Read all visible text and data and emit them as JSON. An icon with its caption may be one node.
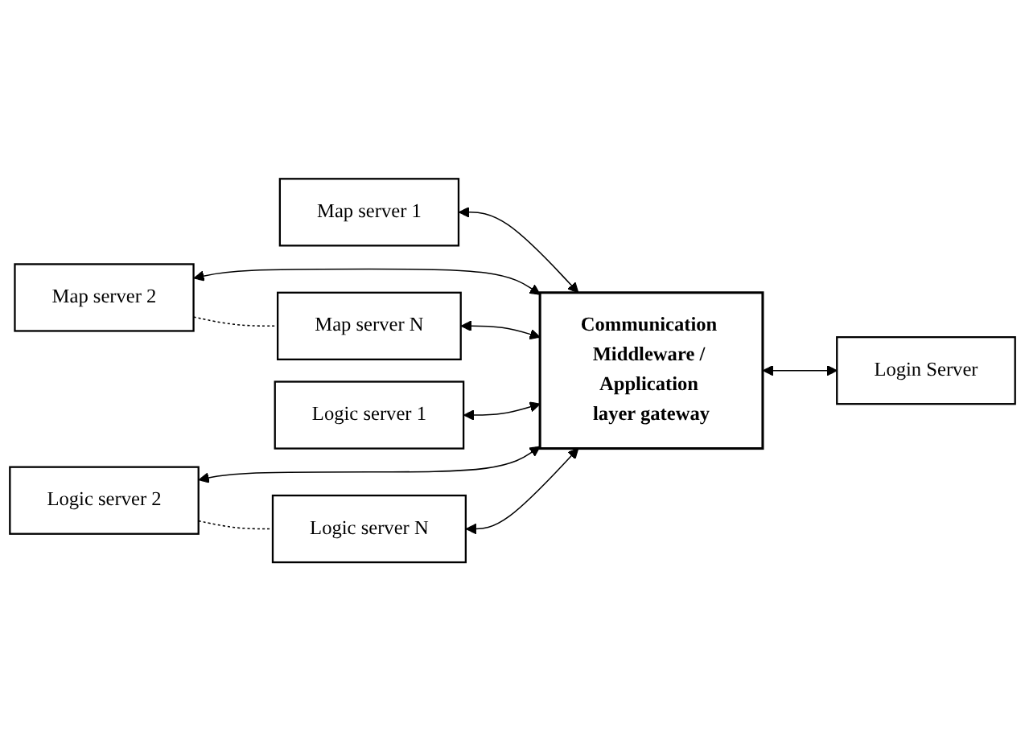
{
  "diagram": {
    "nodes": [
      {
        "text": [
          "Map server 1"
        ]
      },
      {
        "text": [
          "Map server 2"
        ]
      },
      {
        "text": [
          "Map server N"
        ]
      },
      {
        "text": [
          "Logic server 1"
        ]
      },
      {
        "text": [
          "Logic server 2"
        ]
      },
      {
        "text": [
          "Logic server N"
        ]
      },
      {
        "text": [
          "Communication Middleware / Application layer gateway"
        ]
      },
      {
        "text": [
          "Login Server"
        ]
      }
    ],
    "edges": [
      {
        "from": 0,
        "to": 6,
        "arrow": "both"
      },
      {
        "from": 1,
        "to": 6,
        "arrow": "both"
      },
      {
        "from": 2,
        "to": 6,
        "arrow": "both"
      },
      {
        "from": 3,
        "to": 6,
        "arrow": "both"
      },
      {
        "from": 4,
        "to": 6,
        "arrow": "both"
      },
      {
        "from": 5,
        "to": 6,
        "arrow": "both"
      },
      {
        "from": 6,
        "to": 7,
        "arrow": "both"
      },
      {
        "from": 1,
        "to": 2,
        "arrow": "none",
        "style": "dashed"
      },
      {
        "from": 4,
        "to": 5,
        "arrow": "none",
        "style": "dashed"
      }
    ]
  }
}
